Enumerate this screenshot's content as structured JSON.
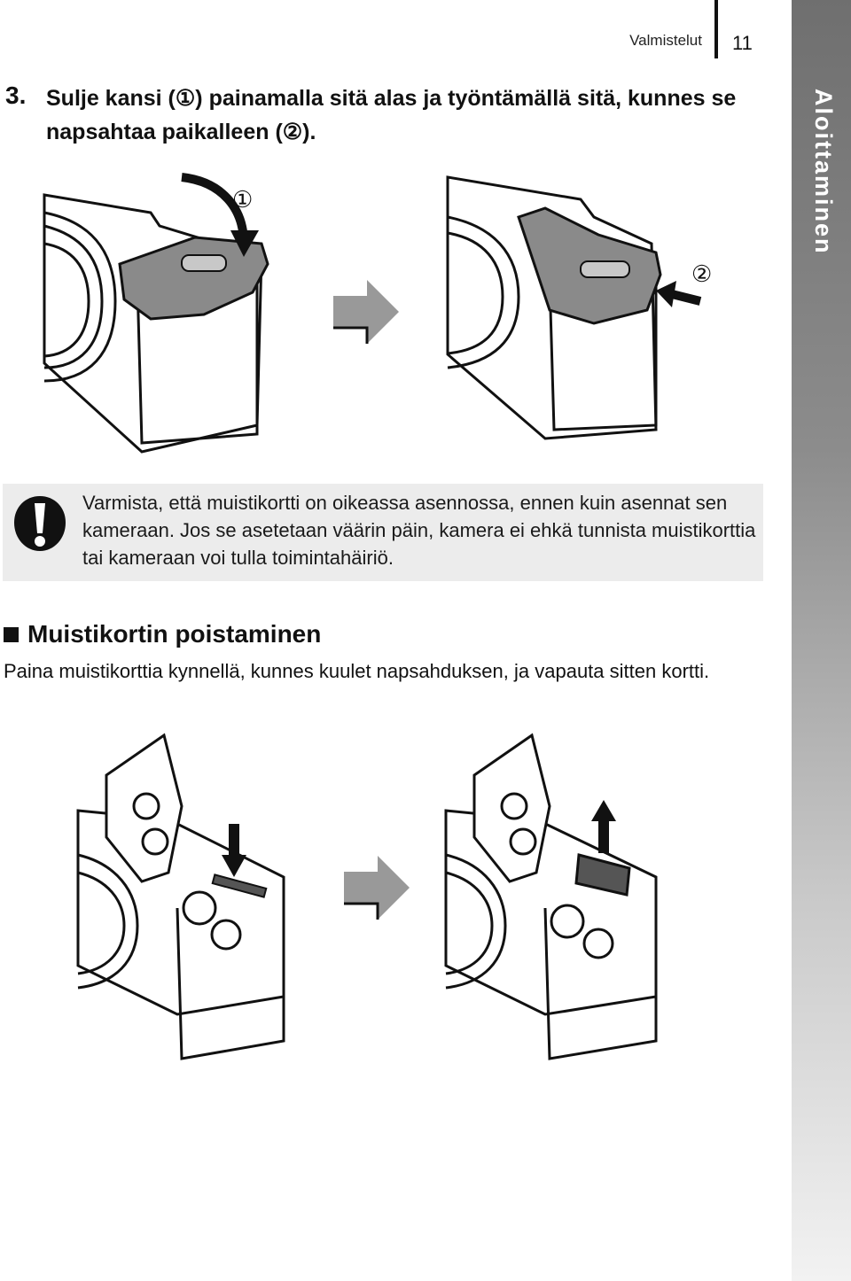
{
  "header": {
    "section": "Valmistelut",
    "page_number": "11",
    "side_tab": "Aloittaminen"
  },
  "step": {
    "number": "3.",
    "text": "Sulje kansi (①) painamalla sitä alas ja työntämällä sitä, kunnes se napsahtaa paikalleen (②)."
  },
  "figures_top": {
    "callout_1": "①",
    "callout_2": "②"
  },
  "warning": {
    "icon": "caution-exclamation-icon",
    "text": "Varmista, että muistikortti on oikeassa asennossa, ennen kuin asennat sen kameraan. Jos se asetetaan väärin päin, kamera ei ehkä tunnista muistikorttia tai kameraan voi tulla toimintahäiriö."
  },
  "section": {
    "title": "Muistikortin poistaminen",
    "body": "Paina muistikorttia kynnellä, kunnes kuulet napsahduksen, ja vapauta sitten kortti."
  },
  "colors": {
    "side_tab_top": "#6f6f6f",
    "side_tab_bottom": "#f2f2f2",
    "warning_bg": "#ececec",
    "cover_gray": "#8a8a8a",
    "arrow_gray": "#999999"
  }
}
